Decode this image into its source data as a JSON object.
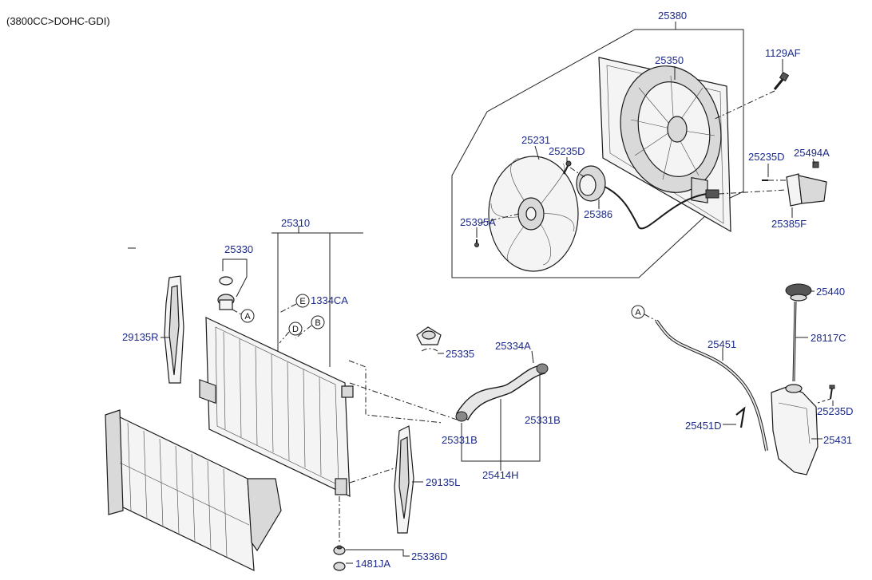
{
  "header": {
    "engine_code": "(3800CC>DOHC-GDI)"
  },
  "labels": {
    "p25380": "25380",
    "p25350": "25350",
    "p1129AF": "1129AF",
    "p25231": "25231",
    "p25235D_a": "25235D",
    "p25235D_b": "25235D",
    "p25494A": "25494A",
    "p25395A": "25395A",
    "p25386": "25386",
    "p25385F": "25385F",
    "p25310": "25310",
    "p25330": "25330",
    "p1334CA": "1334CA",
    "p29135R": "29135R",
    "p25335": "25335",
    "p25334A": "25334A",
    "p25331B_a": "25331B",
    "p25331B_b": "25331B",
    "p25414H": "25414H",
    "p29135L": "29135L",
    "p25336D": "25336D",
    "p1481JA": "1481JA",
    "p25440": "25440",
    "p28117C": "28117C",
    "p25451": "25451",
    "p25451D": "25451D",
    "p25235D_c": "25235D",
    "p25431": "25431"
  },
  "callouts": {
    "A1": "A",
    "A2": "A",
    "B": "B",
    "D": "D",
    "E": "E"
  },
  "colors": {
    "label_blue": "#1c2a8c",
    "line": "#222222",
    "background": "#ffffff"
  }
}
